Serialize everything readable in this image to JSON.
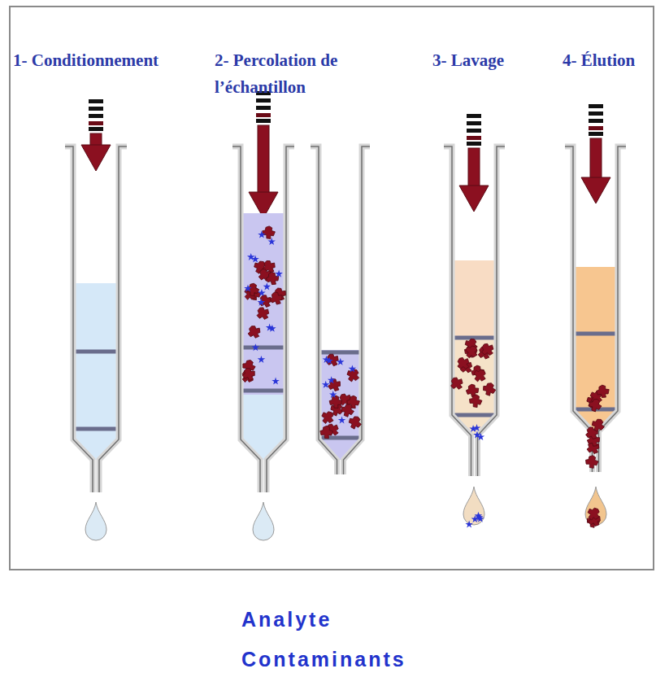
{
  "diagram": {
    "labels": [
      "1- Conditionnement",
      "2- Percolation de l’échantillon",
      "3- Lavage",
      "4- Élution"
    ],
    "legend": [
      {
        "text": "Analyte"
      },
      {
        "text": "Contaminants"
      }
    ]
  }
}
